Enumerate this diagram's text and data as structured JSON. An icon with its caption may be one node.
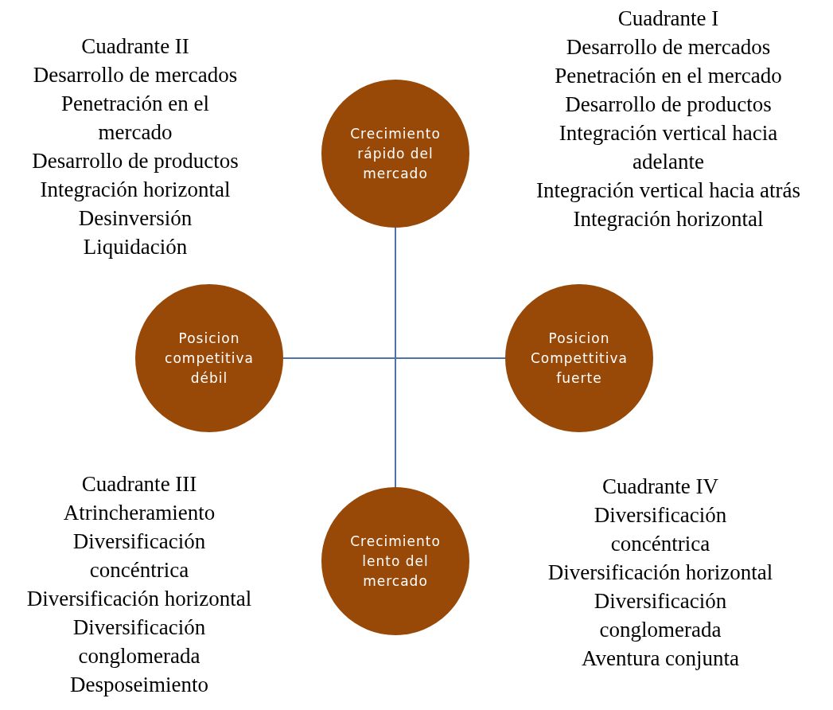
{
  "diagram": {
    "nodes": [
      {
        "text": [
          "Crecimiento rápido del mercado"
        ]
      },
      {
        "text": [
          "Posicion competitiva débil"
        ]
      },
      {
        "text": [
          "Posicion Compettitiva fuerte"
        ]
      },
      {
        "text": [
          "Crecimiento lento del mercado"
        ]
      }
    ],
    "edges": [
      {
        "from": 0,
        "to": 3,
        "arrow": "none"
      },
      {
        "from": 1,
        "to": 2,
        "arrow": "none"
      }
    ],
    "labels": [
      "Cuadrante II",
      "Desarrollo de mercados",
      "Penetración en el mercado",
      "Desarrollo de productos",
      "Integración horizontal",
      "Desinversión",
      "Liquidación",
      "Cuadrante I",
      "Desarrollo de mercados",
      "Penetración en el mercado",
      "Desarrollo de productos",
      "Integración vertical hacia adelante",
      "Integración vertical hacia atrás",
      "Integración horizontal",
      "Cuadrante III",
      "Atrincheramiento",
      "Diversificación concéntrica",
      "Diversificación horizontal",
      "Diversificación conglomerada",
      "Desposeimiento",
      "Cuadrante IV",
      "Diversificación concéntrica",
      "Diversificación horizontal",
      "Diversificación conglomerada",
      "Aventura conjunta"
    ]
  }
}
